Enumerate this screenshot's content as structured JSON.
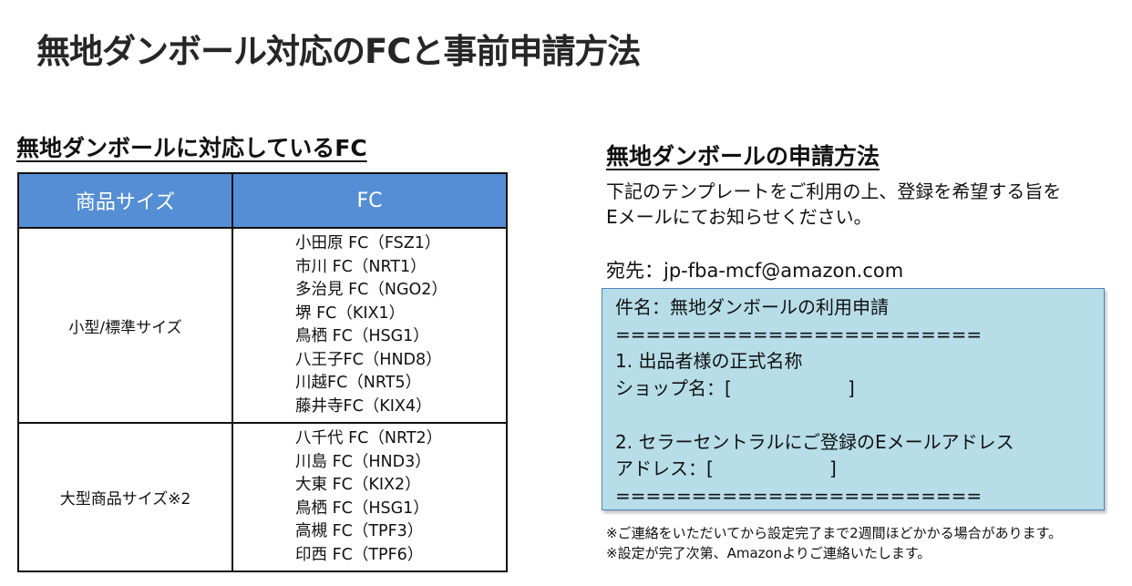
{
  "title": "無地ダンボール対応のFCと事前申請方法",
  "left": {
    "heading": "無地ダンボールに対応しているFC",
    "table": {
      "headers": [
        "商品サイズ",
        "FC"
      ],
      "rows": [
        {
          "size": "小型/標準サイズ",
          "fcs": [
            "小田原 FC（FSZ1）",
            "市川 FC（NRT1）",
            "多治見 FC（NGO2）",
            "堺 FC（KIX1）",
            "鳥栖 FC（HSG1）",
            "八王子FC（HND8）",
            "川越FC（NRT5）",
            "藤井寺FC（KIX4）"
          ]
        },
        {
          "size": "大型商品サイズ※2",
          "fcs": [
            "八千代 FC（NRT2）",
            "川島 FC（HND3）",
            "大東 FC（KIX2）",
            "鳥栖 FC（HSG1）",
            "高槻 FC（TPF3）",
            "印西 FC（TPF6）"
          ]
        }
      ]
    }
  },
  "right": {
    "heading": "無地ダンボールの申請方法",
    "intro": [
      "下記のテンプレートをご利用の上、登録を希望する旨を",
      "Eメールにてお知らせください。"
    ],
    "destination": "宛先：jp-fba-mcf@amazon.com",
    "template": [
      "件名：無地ダンボールの利用申請",
      "========================",
      "1. 出品者様の正式名称",
      "ショップ名：[                    ]",
      "",
      "2. セラーセントラルにご登録のEメールアドレス",
      "アドレス：[                    ]",
      "========================"
    ],
    "notes": [
      "※ご連絡をいただいてから設定完了まで2週間ほどかかる場合があります。",
      "※設定が完了次第、Amazonよりご連絡いたします。"
    ]
  }
}
